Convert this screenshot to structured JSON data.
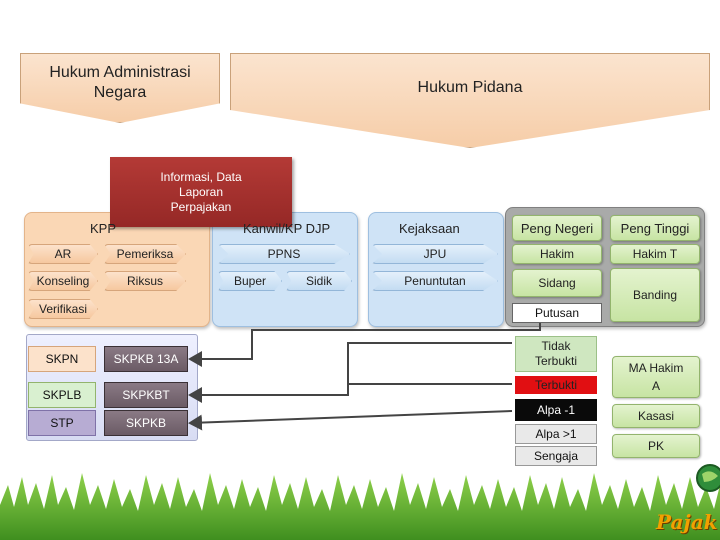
{
  "headers": {
    "left": "Hukum Administrasi Negara",
    "right": "Hukum Pidana"
  },
  "info_box": "Informasi, Data Laporan Perpajakan",
  "kpp": {
    "title": "KPP",
    "items": [
      "AR",
      "Pemeriksa",
      "Konseling",
      "Riksus",
      "Verifikasi"
    ]
  },
  "kanwil": {
    "title": "Kanwil/KP DJP",
    "ppns": "PPNS",
    "buper": "Buper",
    "sidik": "Sidik"
  },
  "kejaksaan": {
    "title": "Kejaksaan",
    "jpu": "JPU",
    "penuntutan": "Penuntutan"
  },
  "pengadilan": {
    "negeri": "Peng Negeri",
    "tinggi": "Peng Tinggi",
    "hakim": "Hakim",
    "hakim_t": "Hakim T",
    "sidang": "Sidang",
    "banding": "Banding",
    "putusan": "Putusan"
  },
  "ketetapan": {
    "left": [
      "SKPN",
      "SKPLB",
      "STP"
    ],
    "right": [
      "SKPKB 13A",
      "SKPKBT",
      "SKPKB"
    ]
  },
  "putusan_list": [
    "Tidak Terbukti",
    "Terbukti",
    "Alpa -1",
    "Alpa >1",
    "Sengaja"
  ],
  "ma": {
    "title": "MA Hakim A",
    "kasasi": "Kasasi",
    "pk": "PK"
  },
  "logo_text": "Pajak"
}
